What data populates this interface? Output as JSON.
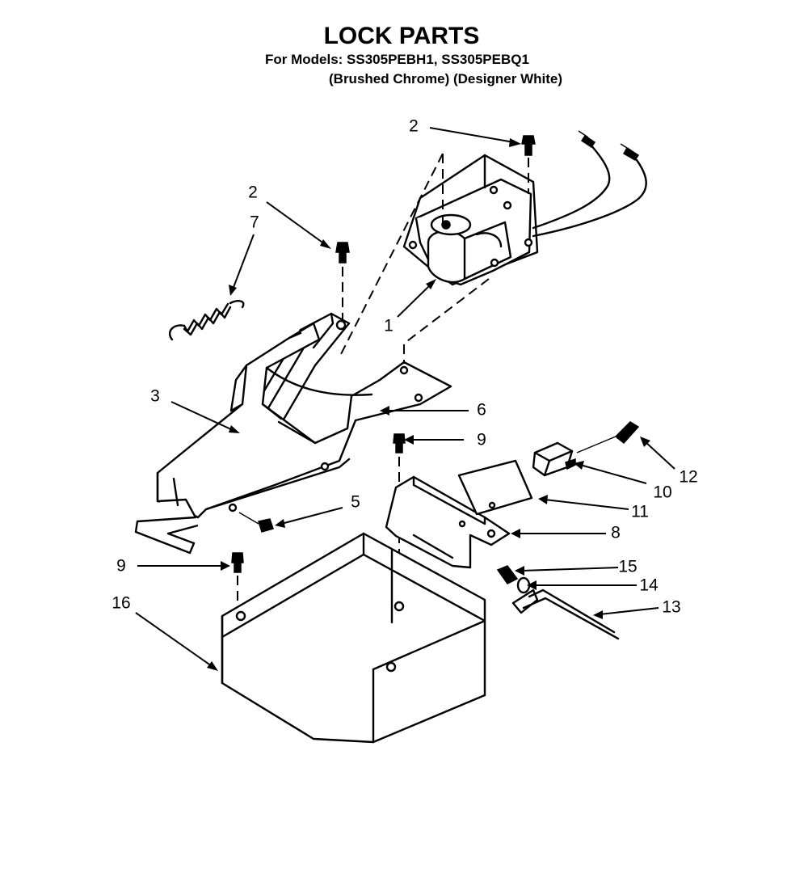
{
  "title": "LOCK PARTS",
  "models_line": "For Models: SS305PEBH1, SS305PEBQ1",
  "finishes_line": "(Brushed Chrome) (Designer White)",
  "callouts": [
    {
      "id": "c1",
      "number": "1"
    },
    {
      "id": "c2a",
      "number": "2"
    },
    {
      "id": "c2b",
      "number": "2"
    },
    {
      "id": "c3",
      "number": "3"
    },
    {
      "id": "c5",
      "number": "5"
    },
    {
      "id": "c6",
      "number": "6"
    },
    {
      "id": "c7",
      "number": "7"
    },
    {
      "id": "c8",
      "number": "8"
    },
    {
      "id": "c9a",
      "number": "9"
    },
    {
      "id": "c9b",
      "number": "9"
    },
    {
      "id": "c10",
      "number": "10"
    },
    {
      "id": "c11",
      "number": "11"
    },
    {
      "id": "c12",
      "number": "12"
    },
    {
      "id": "c13",
      "number": "13"
    },
    {
      "id": "c14",
      "number": "14"
    },
    {
      "id": "c15",
      "number": "15"
    },
    {
      "id": "c16",
      "number": "16"
    }
  ]
}
